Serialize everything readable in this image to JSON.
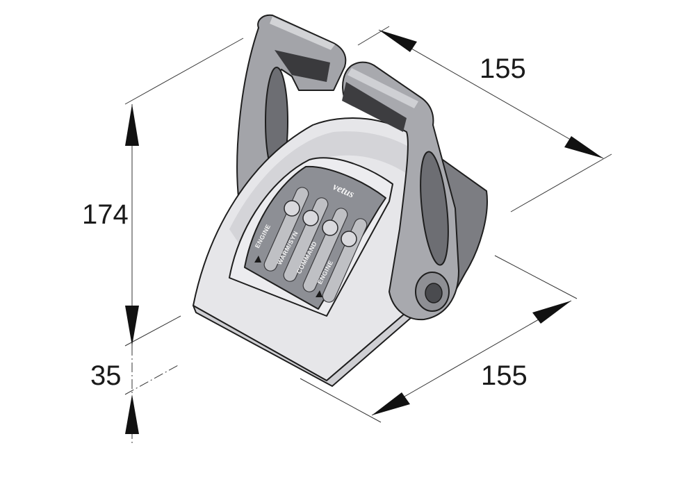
{
  "dimensions": {
    "top_depth": "155",
    "height": "174",
    "base_height": "35",
    "width": "155"
  },
  "panel": {
    "logo": "vetus",
    "labels": [
      "ENGINE",
      "WARM/SYN",
      "COMMAND",
      "ENGINE"
    ]
  },
  "colors": {
    "body_light": "#e9e9ec",
    "body_mid": "#c9c9cd",
    "body_dark": "#7e7e84",
    "panel": "#8e9096",
    "handle": "#a8a9ae",
    "grip": "#3d3d40"
  }
}
